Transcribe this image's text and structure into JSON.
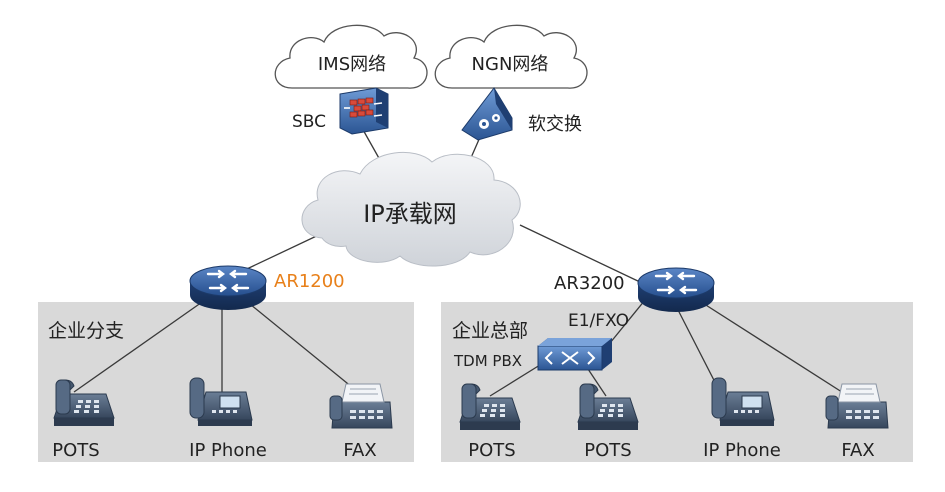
{
  "clouds": {
    "ims": "IMS网络",
    "ngn": "NGN网络",
    "ip": "IP承载网"
  },
  "devices": {
    "sbc": "SBC",
    "softswitch": "软交换",
    "ar1200": "AR1200",
    "ar3200": "AR3200",
    "e1_fxo": "E1/FXO",
    "tdm_pbx": "TDM PBX"
  },
  "sites": {
    "branch": "企业分支",
    "hq": "企业总部"
  },
  "endpoints": {
    "branch_pots": "POTS",
    "branch_ipphone": "IP Phone",
    "branch_fax": "FAX",
    "hq_pots_1": "POTS",
    "hq_pots_2": "POTS",
    "hq_ipphone": "IP Phone",
    "hq_fax": "FAX"
  },
  "colors": {
    "ar1200_label": "#e8801a",
    "site_bg": "#d9d9d9",
    "router_blue": "#2a4f8a",
    "cloud_fill": "#dfe2e6"
  }
}
